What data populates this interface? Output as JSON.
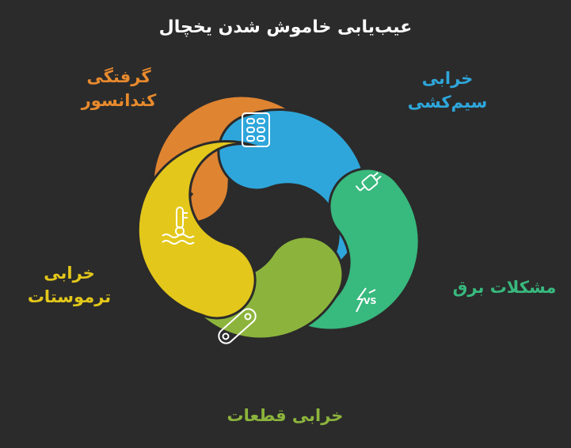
{
  "title": "عیب‌یابی خاموش شدن یخچال",
  "segments": [
    {
      "id": "condenser",
      "lines": [
        "گرفتگی",
        "کندانسور"
      ],
      "color": "#df8431",
      "icon": "pill-blister-icon"
    },
    {
      "id": "wiring",
      "lines": [
        "خرابی",
        "سیم‌کشی"
      ],
      "color": "#2ea6db",
      "icon": "plug-icon"
    },
    {
      "id": "electrical",
      "lines": [
        "مشکلات برق"
      ],
      "color": "#38b97e",
      "icon": "lightning-vs-icon"
    },
    {
      "id": "parts",
      "lines": [
        "خرابی قطعات"
      ],
      "color": "#8cb43c",
      "icon": "chain-gear-icon"
    },
    {
      "id": "thermostat",
      "lines": [
        "خرابی",
        "ترموستات"
      ],
      "color": "#e3c71b",
      "icon": "thermometer-icon"
    }
  ]
}
